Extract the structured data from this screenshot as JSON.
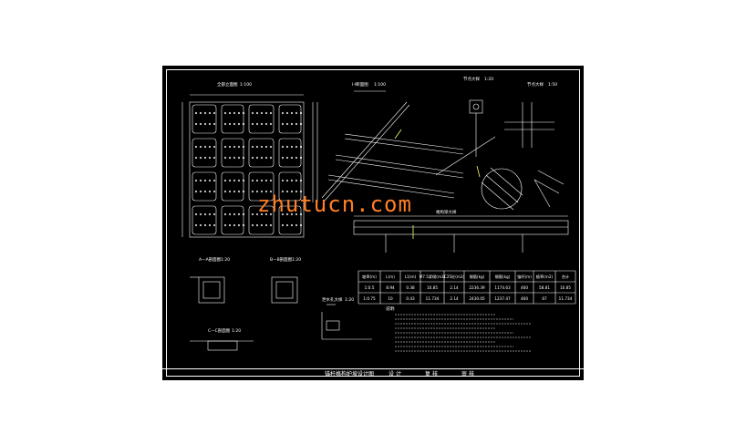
{
  "drawing": {
    "watermark": "zhutucn.com",
    "colors": {
      "background": "#000000",
      "lines": "#ffffff",
      "accent": "#ffff66",
      "watermark": "#ff7f27"
    },
    "views": {
      "elevation": {
        "title": "全部立面图",
        "scale": "1:100"
      },
      "section_main": {
        "title": "I-I断面图",
        "scale": "1:100"
      },
      "detail_1": {
        "title": "节点大样",
        "scale": "1:20"
      },
      "detail_2": {
        "title": "节点大样",
        "scale": "1:50"
      },
      "aa": {
        "title": "A—A剖面图",
        "scale": "1:20"
      },
      "bb": {
        "title": "B—B剖面图",
        "scale": "1:20"
      },
      "cc": {
        "title": "C—C剖面图",
        "scale": "1:20"
      },
      "small_detail": {
        "title": "泄水孔大样",
        "scale": "1:20"
      },
      "beam": {
        "title": "格构梁大样"
      }
    },
    "table": {
      "headers": [
        "坡率(m)",
        "L(m)",
        "L1(m)",
        "M7.5浆砌(m3)",
        "C25砼(m3)",
        "钢筋(kg)",
        "钢筋(kg)",
        "锚杆(m)",
        "植草(m2)",
        "合计"
      ],
      "rows": [
        [
          "1:0.5",
          "8.94",
          "0.38",
          "10.85",
          "2.14",
          "2236.39",
          "1174.63",
          "460",
          "58.81",
          "10.85"
        ],
        [
          "1:0.75",
          "10",
          "0.43",
          "11.734",
          "2.14",
          "2430.05",
          "1237.47",
          "460",
          "67",
          "11.734"
        ]
      ]
    },
    "notes_label": "说明:",
    "title_block": {
      "name": "锚杆格构护坡设计图",
      "cells": [
        "设 计",
        "复 核",
        "审 核"
      ]
    }
  }
}
